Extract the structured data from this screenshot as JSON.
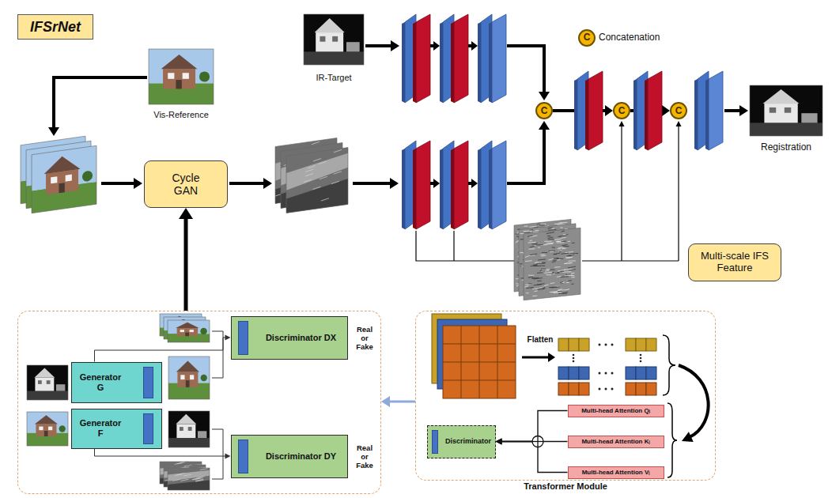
{
  "diagram": {
    "title": "IFSrNet",
    "nodes": [
      {
        "text": [
          "Cycle GAN"
        ]
      },
      {
        "text": [
          "C"
        ]
      },
      {
        "text": [
          "C"
        ]
      },
      {
        "text": [
          "C"
        ]
      },
      {
        "text": [
          "Multi-scale IFS Feature"
        ]
      },
      {
        "text": []
      },
      {
        "text": [
          "Generator G"
        ],
        "in": 5
      },
      {
        "text": [
          "Discriminator DX"
        ],
        "in": 5
      },
      {
        "text": [
          "Generator F"
        ],
        "in": 5
      },
      {
        "text": [
          "Discriminator DY"
        ],
        "in": 5
      },
      {
        "text": [
          "Transformer Module"
        ]
      },
      {
        "text": [
          "Multi-head Attention Qᵢ"
        ],
        "in": 10
      },
      {
        "text": [
          "Multi-head Attention Kᵢ"
        ],
        "in": 10
      },
      {
        "text": [
          "Multi-head Attention Vᵢ"
        ],
        "in": 10
      },
      {
        "text": [
          "Discriminator"
        ],
        "in": 10
      }
    ],
    "edges": [
      {
        "from": 5,
        "to": 0,
        "arrow": "to"
      },
      {
        "from": 10,
        "to": 5,
        "arrow": "to"
      },
      {
        "from": 6,
        "to": 7,
        "arrow": "to"
      },
      {
        "from": 8,
        "to": 9,
        "arrow": "to"
      },
      {
        "from": 11,
        "to": 14,
        "arrow": "to"
      },
      {
        "from": 12,
        "to": 14,
        "arrow": "to"
      },
      {
        "from": 13,
        "to": 14,
        "arrow": "to"
      },
      {
        "from": 1,
        "to": 2,
        "arrow": "to"
      },
      {
        "from": 2,
        "to": 3,
        "arrow": "to"
      }
    ],
    "labels": [
      "C",
      "Vis-Reference",
      "IR-Target",
      "Registration",
      "Real or Fake",
      "Real or Fake",
      "Flatten"
    ],
    "legend": [
      {
        "text": "Concatenation"
      }
    ]
  }
}
